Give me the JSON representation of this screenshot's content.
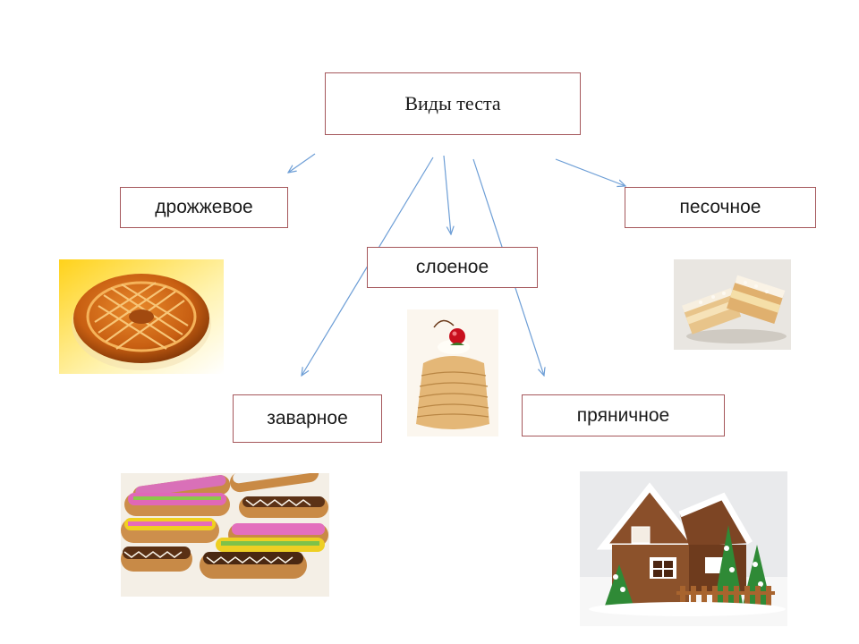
{
  "diagram": {
    "root": {
      "label": "Виды теста"
    },
    "children": [
      {
        "id": "yeast",
        "label": "дрожжевое",
        "image": "braided-yeast-pie"
      },
      {
        "id": "sand",
        "label": "песочное",
        "image": "shortcrust-pastry-slices"
      },
      {
        "id": "puff",
        "label": "слоеное",
        "image": "puff-pastry-with-cherry"
      },
      {
        "id": "choux",
        "label": "заварное",
        "image": "glazed-eclairs"
      },
      {
        "id": "ginger",
        "label": "пряничное",
        "image": "gingerbread-house"
      }
    ],
    "colors": {
      "box_border": "#a5575b",
      "arrow": "#6d9ed6",
      "text": "#1a1a1a",
      "background": "#ffffff"
    }
  }
}
